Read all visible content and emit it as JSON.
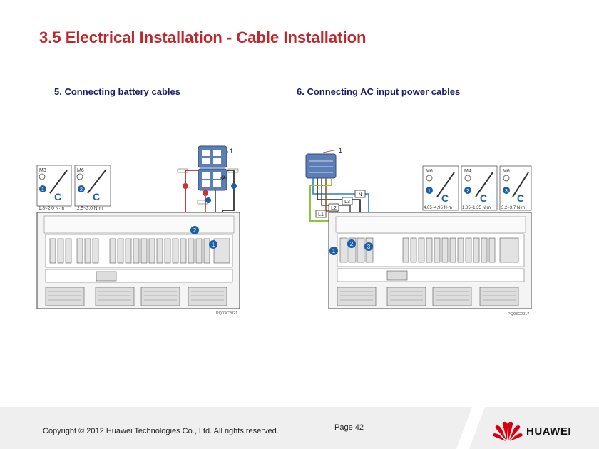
{
  "slide": {
    "title": "3.5 Electrical Installation - Cable Installation",
    "left": {
      "heading": "5. Connecting battery cables",
      "callouts": [
        "1",
        "2"
      ],
      "markers": [
        "1",
        "2"
      ],
      "tools": [
        {
          "bolt": "M3",
          "step": "1",
          "torque": "1.8~2.0 N·m"
        },
        {
          "bolt": "M6",
          "step": "2",
          "torque": "2.5~3.0 N·m"
        }
      ],
      "figure_code": "PQ03C2021"
    },
    "right": {
      "heading": "6. Connecting AC input power cables",
      "callouts": [
        "1"
      ],
      "phase_labels": [
        "N",
        "L3",
        "L2",
        "L1"
      ],
      "markers": [
        "1",
        "2",
        "3"
      ],
      "tools": [
        {
          "bolt": "M6",
          "step": "1",
          "torque": "4.05~4.95 N·m"
        },
        {
          "bolt": "M4",
          "step": "2",
          "torque": "1.05~1.35 N·m"
        },
        {
          "bolt": "M6",
          "step": "3",
          "torque": "3.2~3.7 N·m"
        }
      ],
      "figure_code": "PQ03C2017"
    },
    "footer": {
      "copyright": "Copyright © 2012 Huawei Technologies Co., Ltd.  All rights reserved.",
      "page": "Page 42",
      "brand": "HUAWEI"
    }
  }
}
